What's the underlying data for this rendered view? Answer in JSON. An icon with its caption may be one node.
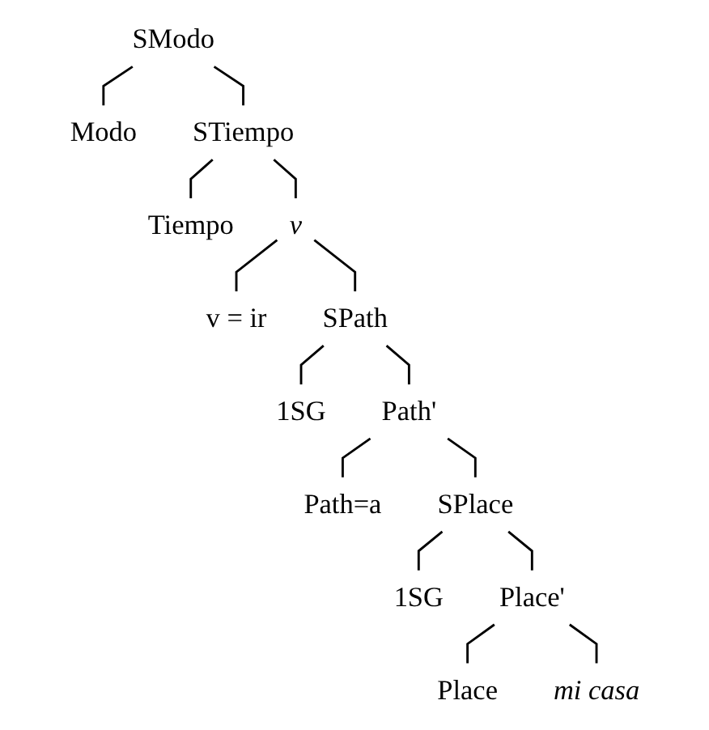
{
  "diagram": {
    "nodes": [
      {
        "text": [
          "SModo"
        ]
      },
      {
        "text": [
          "Modo"
        ]
      },
      {
        "text": [
          "STiempo"
        ]
      },
      {
        "text": [
          "Tiempo"
        ]
      },
      {
        "text": [
          "v"
        ]
      },
      {
        "text": [
          "v = ir"
        ]
      },
      {
        "text": [
          "SPath"
        ]
      },
      {
        "text": [
          "1SG"
        ]
      },
      {
        "text": [
          "Path'"
        ]
      },
      {
        "text": [
          "Path=a"
        ]
      },
      {
        "text": [
          "SPlace"
        ]
      },
      {
        "text": [
          "1SG"
        ]
      },
      {
        "text": [
          "Place'"
        ]
      },
      {
        "text": [
          "Place"
        ]
      },
      {
        "text": [
          "mi casa"
        ]
      }
    ],
    "edges": [
      {
        "from": 0,
        "to": 1,
        "arrow": "none"
      },
      {
        "from": 0,
        "to": 2,
        "arrow": "none"
      },
      {
        "from": 2,
        "to": 3,
        "arrow": "none"
      },
      {
        "from": 2,
        "to": 4,
        "arrow": "none"
      },
      {
        "from": 4,
        "to": 5,
        "arrow": "none"
      },
      {
        "from": 4,
        "to": 6,
        "arrow": "none"
      },
      {
        "from": 6,
        "to": 7,
        "arrow": "none"
      },
      {
        "from": 6,
        "to": 8,
        "arrow": "none"
      },
      {
        "from": 8,
        "to": 9,
        "arrow": "none"
      },
      {
        "from": 8,
        "to": 10,
        "arrow": "none"
      },
      {
        "from": 10,
        "to": 11,
        "arrow": "none"
      },
      {
        "from": 10,
        "to": 12,
        "arrow": "none"
      },
      {
        "from": 12,
        "to": 13,
        "arrow": "none"
      },
      {
        "from": 12,
        "to": 14,
        "arrow": "none"
      }
    ]
  }
}
